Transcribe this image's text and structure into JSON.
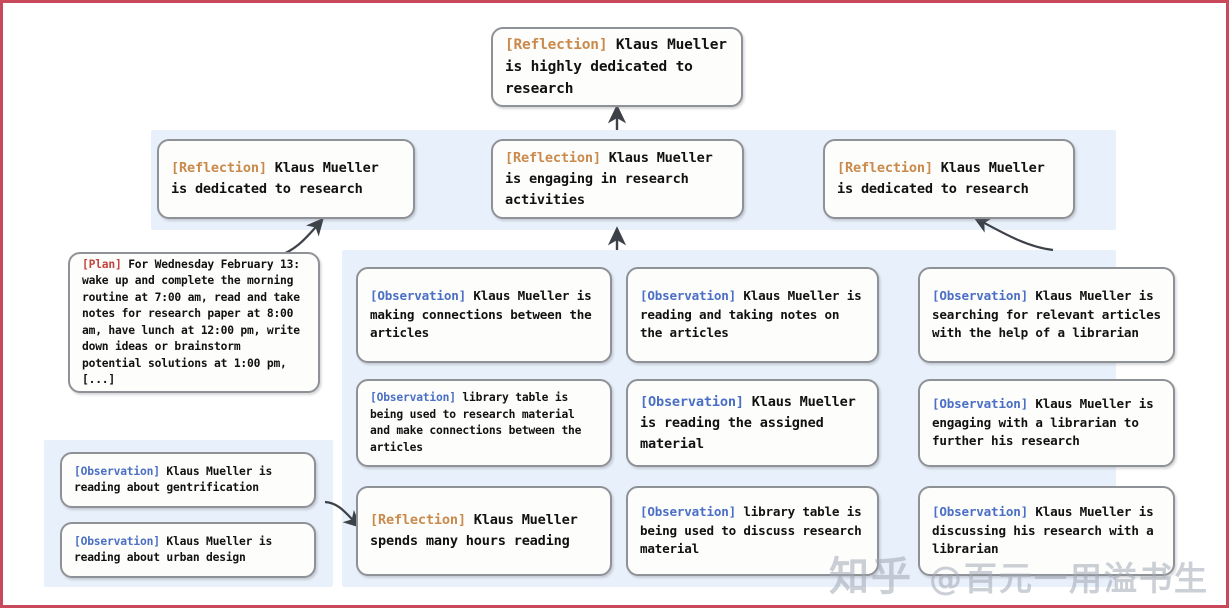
{
  "meta": {
    "frame_color": "#c8485c",
    "band_color": "#e8f0fb",
    "node_border_color": "#8e9196",
    "node_fill_color": "#fdfdfc",
    "tag_colors": {
      "reflection": "#c98a4b",
      "plan": "#c4453f",
      "observation": "#4a6fc4"
    }
  },
  "top": {
    "root": {
      "tag": "[Reflection]",
      "text": " Klaus Mueller is highly dedicated to research"
    }
  },
  "reflections": [
    {
      "tag": "[Reflection]",
      "text": " Klaus Mueller is dedicated to research"
    },
    {
      "tag": "[Reflection]",
      "text": " Klaus Mueller is engaging in research activities"
    },
    {
      "tag": "[Reflection]",
      "text": " Klaus Mueller is dedicated to research"
    }
  ],
  "plan": {
    "tag": "[Plan]",
    "text": " For Wednesday February 13: wake up and complete the morning routine at 7:00 am, read and take notes for research paper at 8:00 am, have lunch at 12:00 pm, write down ideas or brainstorm potential solutions at 1:00 pm, [...]"
  },
  "left_observations": [
    {
      "tag": "[Observation]",
      "text": " Klaus Mueller is reading about gentrification"
    },
    {
      "tag": "[Observation]",
      "text": " Klaus Mueller is reading about urban design"
    }
  ],
  "column_1": [
    {
      "tag": "[Observation]",
      "tag_type": "observation",
      "text": " Klaus Mueller is making connections between the articles"
    },
    {
      "tag": "[Observation]",
      "tag_type": "observation",
      "text": " library table is being used to research material and make connections between the articles"
    },
    {
      "tag": "[Reflection]",
      "tag_type": "reflection",
      "text": " Klaus Mueller spends many hours reading"
    }
  ],
  "column_2": [
    {
      "tag": "[Observation]",
      "tag_type": "observation",
      "text": " Klaus Mueller is reading and taking notes on the articles"
    },
    {
      "tag": "[Observation]",
      "tag_type": "observation",
      "text": " Klaus Mueller is reading the assigned material"
    },
    {
      "tag": "[Observation]",
      "tag_type": "observation",
      "text": " library table is being used to discuss research material"
    }
  ],
  "column_3": [
    {
      "tag": "[Observation]",
      "tag_type": "observation",
      "text": " Klaus Mueller is searching for relevant articles with the help of a librarian"
    },
    {
      "tag": "[Observation]",
      "tag_type": "observation",
      "text": " Klaus Mueller is engaging with a librarian to further his research"
    },
    {
      "tag": "[Observation]",
      "tag_type": "observation",
      "text": " Klaus Mueller is discussing his research with a librarian"
    }
  ],
  "watermark": {
    "site": "知乎",
    "handle": "@百元一用溢书生"
  }
}
